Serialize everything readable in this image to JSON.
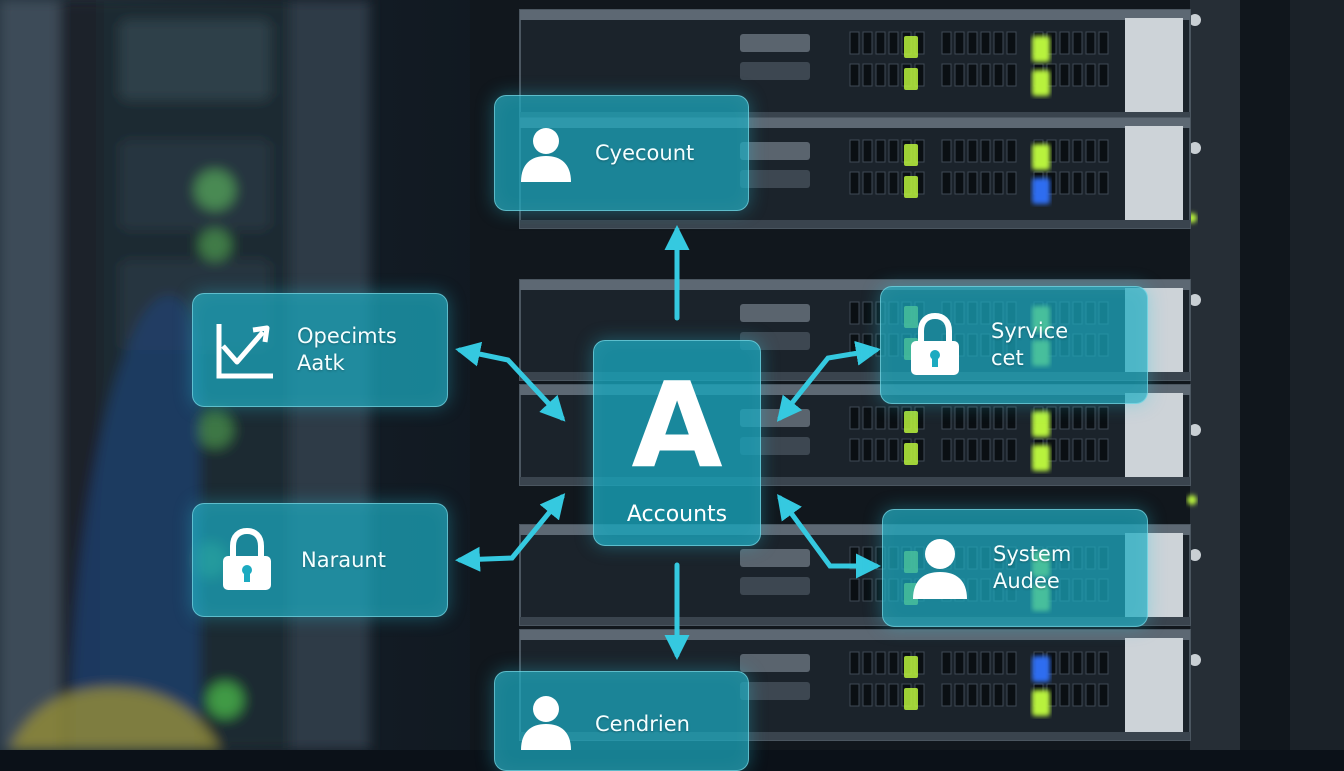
{
  "center": {
    "letter": "A",
    "label": "Accounts"
  },
  "nodes": {
    "top": {
      "icon": "user-icon",
      "lines": [
        "Cyecount"
      ]
    },
    "left_top": {
      "icon": "chart-icon",
      "lines": [
        "Opecimts",
        "Aatk"
      ]
    },
    "left_bottom": {
      "icon": "lock-icon",
      "lines": [
        "Naraunt"
      ]
    },
    "right_top": {
      "icon": "lock-icon",
      "lines": [
        "Syrvice",
        "cet"
      ]
    },
    "right_bottom": {
      "icon": "user-icon",
      "lines": [
        "System",
        "Audee"
      ]
    },
    "bottom": {
      "icon": "user-icon",
      "lines": [
        "Cendrien"
      ]
    }
  },
  "colors": {
    "node_fill": "#1caac0",
    "node_border": "#96ebf5",
    "arrow": "#35c9e0",
    "led_green": "#b8f23c",
    "led_blue": "#2f6df0"
  }
}
